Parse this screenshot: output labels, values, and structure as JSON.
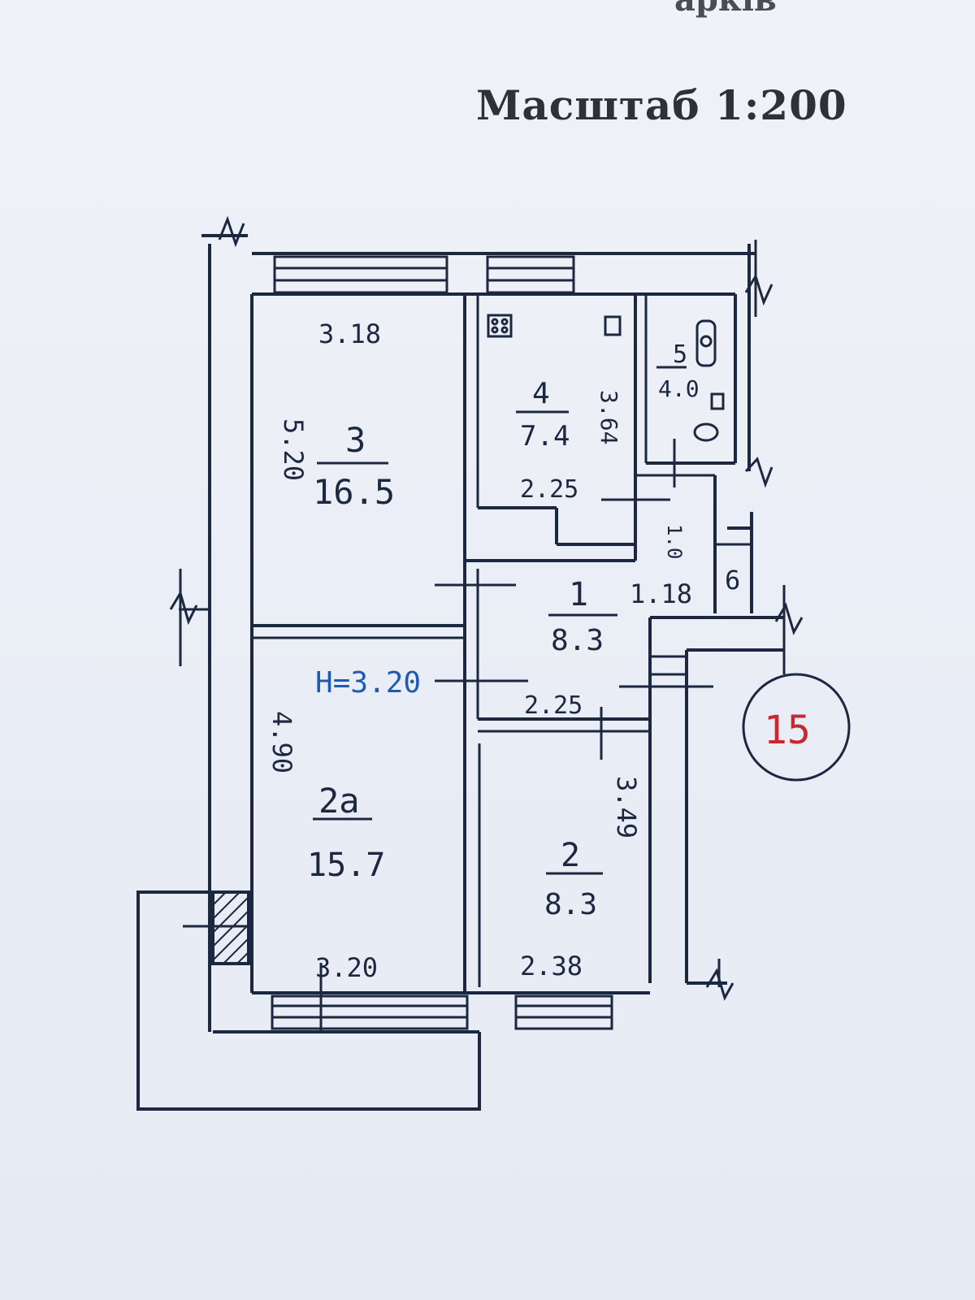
{
  "header": {
    "top_partial": "арків",
    "scale": "Масштаб 1:200"
  },
  "rooms": [
    {
      "number": "3",
      "area": "16.5"
    },
    {
      "number": "4",
      "area": "7.4"
    },
    {
      "number": "5",
      "area": "4.0"
    },
    {
      "number": "1",
      "area": "8.3"
    },
    {
      "number": "2а",
      "area": "15.7"
    },
    {
      "number": "2",
      "area": "8.3"
    },
    {
      "number": "6",
      "area": ""
    }
  ],
  "dimensions": {
    "room3_top": "3.18",
    "room3_side": "5.20",
    "room4_side": "3.64",
    "room4_bottom": "2.25",
    "corridor_small": "1.0",
    "corridor_width": "1.18",
    "room1_bottom": "2.25",
    "room2a_side": "4.90",
    "room2a_bottom": "3.20",
    "room2_side": "3.49",
    "room2_bottom": "2.38"
  },
  "ceiling_height": "H=3.20",
  "apartment_number": "15",
  "colors": {
    "ink": "#1c2740",
    "handwriting_blue": "#1e5bb0",
    "stamp_red": "#c8282e"
  }
}
